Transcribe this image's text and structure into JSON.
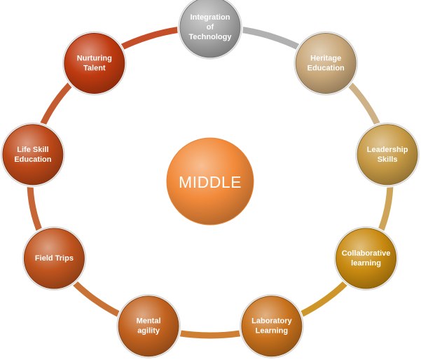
{
  "center": {
    "label": "MIDDLE",
    "color": "#f28a3a"
  },
  "nodes": [
    {
      "id": "integration-of-technology",
      "lines": [
        "Integration",
        "of",
        "Technology"
      ],
      "color": "#a8a8a8"
    },
    {
      "id": "heritage-education",
      "lines": [
        "Heritage",
        "Education"
      ],
      "color": "#c9a87a"
    },
    {
      "id": "leadership-skills",
      "lines": [
        "Leadership",
        "Skills"
      ],
      "color": "#c79a45"
    },
    {
      "id": "collaborative-learning",
      "lines": [
        "Collaborative",
        "learning"
      ],
      "color": "#c98a10"
    },
    {
      "id": "laboratory-learning",
      "lines": [
        "Laboratory",
        "Learning"
      ],
      "color": "#c8711c"
    },
    {
      "id": "mental-agility",
      "lines": [
        "Mental",
        "agility"
      ],
      "color": "#c2621f"
    },
    {
      "id": "field-trips",
      "lines": [
        "Field Trips"
      ],
      "color": "#c0541e"
    },
    {
      "id": "life-skill-education",
      "lines": [
        "Life Skill",
        "Education"
      ],
      "color": "#bd4818"
    },
    {
      "id": "nurturing-talent",
      "lines": [
        "Nurturing",
        "Talent"
      ],
      "color": "#bf3a10"
    }
  ]
}
